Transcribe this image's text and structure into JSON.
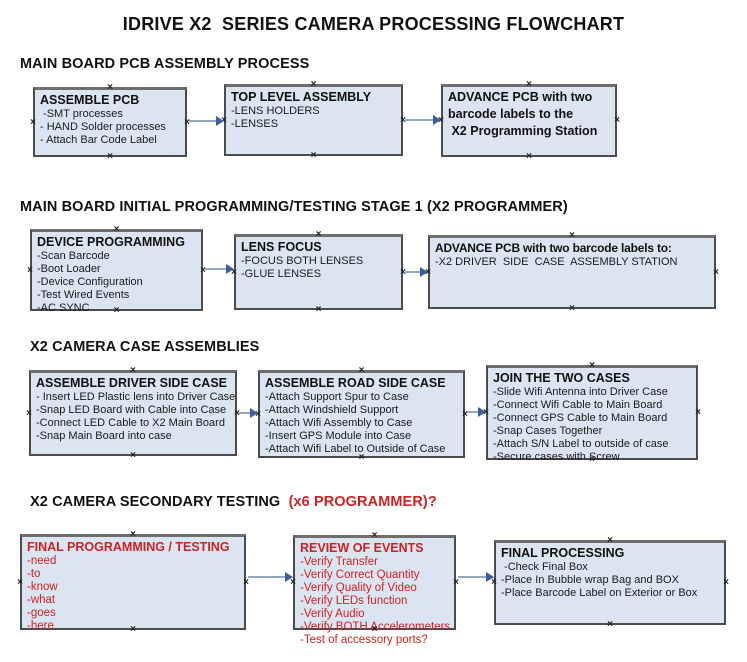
{
  "title": "IDRIVE X2  SERIES CAMERA PROCESSING FLOWCHART",
  "colors": {
    "box_fill": "#dbe5f1",
    "box_border": "#4c4c4c",
    "red_text": "#cc2222",
    "arrow_line": "#92a6c6",
    "arrow_head": "#3a5f9a",
    "text": "#1a1a1a"
  },
  "sections": [
    {
      "header": "MAIN BOARD PCB ASSEMBLY PROCESS",
      "boxes": [
        {
          "title": "ASSEMBLE PCB",
          "items": [
            " -SMT processes",
            "- HAND Solder processes",
            "- Attach Bar Code Label"
          ]
        },
        {
          "title": "TOP LEVEL ASSEMBLY",
          "items": [
            "-LENS HOLDERS",
            "-LENSES"
          ]
        },
        {
          "title": "",
          "items": [
            "ADVANCE PCB with two",
            "barcode labels to the",
            " X2 Programming Station"
          ]
        }
      ]
    },
    {
      "header": "MAIN BOARD INITIAL PROGRAMMING/TESTING STAGE 1 (X2 PROGRAMMER)",
      "boxes": [
        {
          "title": "DEVICE PROGRAMMING",
          "items": [
            "-Scan Barcode",
            "-Boot Loader",
            "-Device Configuration",
            "-Test Wired Events",
            "-AC SYNC"
          ]
        },
        {
          "title": "LENS FOCUS",
          "items": [
            "-FOCUS BOTH LENSES",
            "-GLUE LENSES"
          ]
        },
        {
          "title": "ADVANCE PCB with two barcode labels to:",
          "items": [
            "-X2 DRIVER  SIDE  CASE  ASSEMBLY STATION"
          ]
        }
      ]
    },
    {
      "header": "X2 CAMERA CASE ASSEMBLIES",
      "boxes": [
        {
          "title": "ASSEMBLE DRIVER SIDE CASE",
          "items": [
            "- Insert LED Plastic lens into Driver Case",
            "-Snap LED Board with Cable into Case",
            "-Connect LED Cable to X2 Main Board",
            "-Snap Main Board into case"
          ]
        },
        {
          "title": "ASSEMBLE ROAD SIDE CASE",
          "items": [
            "-Attach Support Spur to Case",
            "-Attach Windshield Support",
            "-Attach Wifi Assembly to Case",
            "-Insert GPS Module into Case",
            "-Attach Wifi Label to Outside of Case"
          ]
        },
        {
          "title": "JOIN THE TWO CASES",
          "items": [
            "-Slide Wifi Antenna into Driver Case",
            "-Connect Wifi Cable to Main Board",
            "-Connect GPS Cable to Main Board",
            "-Snap Cases Together",
            "-Attach S/N Label to outside of case",
            "-Secure cases with Screw"
          ]
        }
      ]
    },
    {
      "header": "X2 CAMERA SECONDARY TESTING ",
      "header_red": " (x6 PROGRAMMER)?",
      "boxes": [
        {
          "title": "FINAL PROGRAMMING / TESTING",
          "items": [
            "-need",
            "-to",
            "-know",
            "-what",
            "-goes",
            "-here"
          ]
        },
        {
          "title": "REVIEW OF EVENTS",
          "items": [
            "-Verify Transfer",
            "-Verify Correct Quantity",
            "-Verify Quality of Video",
            "-Verify LEDs function",
            "-Verify Audio",
            "-Verify BOTH Accelerometers",
            "-Test of accessory ports?"
          ]
        },
        {
          "title": "FINAL PROCESSING",
          "items": [
            " -Check Final Box",
            "-Place In Bubble wrap Bag and BOX",
            "-Place Barcode Label on Exterior or Box"
          ]
        }
      ]
    }
  ]
}
